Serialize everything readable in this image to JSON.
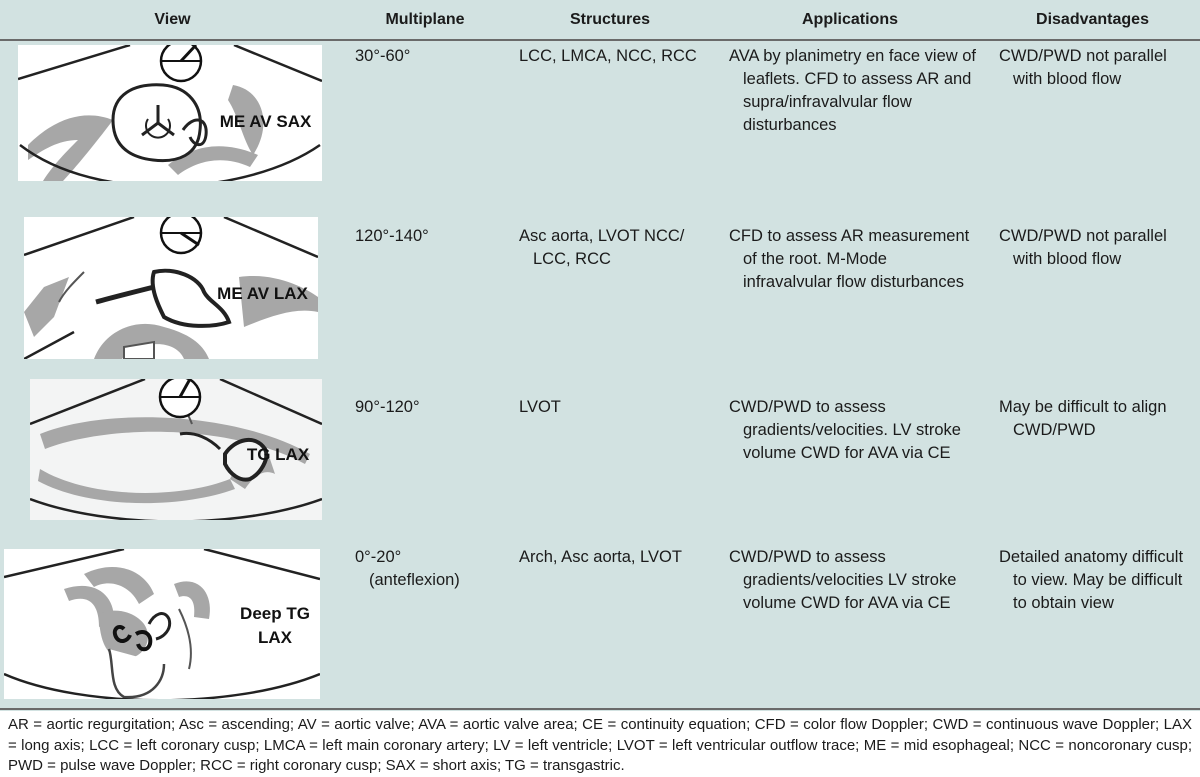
{
  "headers": {
    "view": "View",
    "multiplane": "Multiplane",
    "structures": "Structures",
    "applications": "Applications",
    "disadvantages": "Disadvantages"
  },
  "rows": [
    {
      "view_label": "ME AV SAX",
      "multiplane": "30°-60°",
      "structures": "LCC, LMCA, NCC, RCC",
      "applications": "AVA by planimetry en face view of leaflets. CFD to assess AR and supra/infravalvular flow disturbances",
      "disadvantages": "CWD/PWD not parallel with blood flow"
    },
    {
      "view_label": "ME AV LAX",
      "multiplane": "120°-140°",
      "structures": "Asc aorta, LVOT NCC/ LCC, RCC",
      "applications": "CFD to assess AR measurement of the root. M-Mode infravalvular flow disturbances",
      "disadvantages": "CWD/PWD not parallel with blood flow"
    },
    {
      "view_label": "TG LAX",
      "multiplane": "90°-120°",
      "structures": "LVOT",
      "applications": "CWD/PWD to assess gradients/velocities. LV stroke volume CWD for AVA via CE",
      "disadvantages": "May be difficult to align CWD/PWD"
    },
    {
      "view_label_line1": "Deep TG",
      "view_label_line2": "LAX",
      "multiplane_line1": "0°-20°",
      "multiplane_line2": "(anteflexion)",
      "structures": "Arch, Asc aorta, LVOT",
      "applications": "CWD/PWD to assess gradients/velocities LV stroke volume CWD for AVA via CE",
      "disadvantages": "Detailed anatomy difficult to view. May be difficult to obtain view"
    }
  ],
  "footnote": "AR = aortic regurgitation; Asc = ascending; AV = aortic valve; AVA = aortic valve area; CE = continuity equation; CFD = color flow Doppler; CWD = continuous wave Doppler; LAX = long axis; LCC = left coronary cusp; LMCA = left main coronary artery; LV = left ventricle; LVOT = left ventricular outflow trace; ME = mid esophageal; NCC = noncoronary cusp; PWD = pulse wave Doppler; RCC = right coronary cusp; SAX = short axis; TG = transgastric.",
  "colors": {
    "table_background": "#d2e2e1",
    "sector_fill": "#ffffff",
    "tissue_gray": "#a7a7a7",
    "outline": "#222222"
  }
}
